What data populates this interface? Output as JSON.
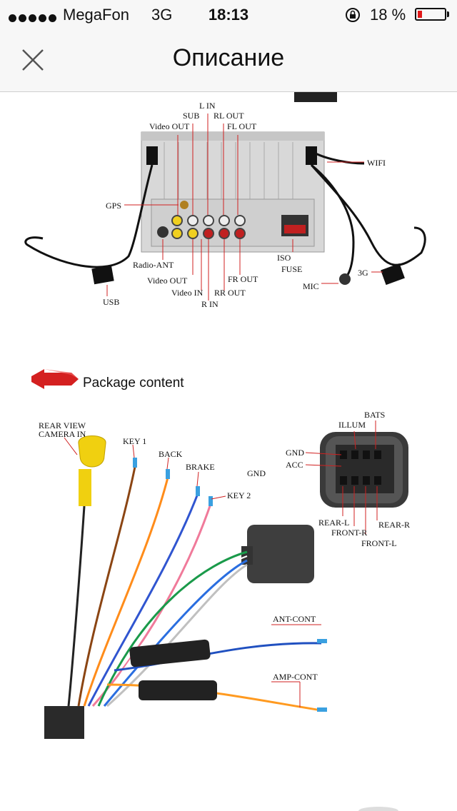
{
  "status_bar": {
    "carrier": "MegaFon",
    "network": "3G",
    "time": "18:13",
    "battery_percent": "18 %",
    "battery_level": 0.18,
    "battery_color": "#e01818"
  },
  "nav": {
    "title": "Описание",
    "close_icon": "close-icon"
  },
  "diagram1": {
    "labels": {
      "l_in": "L IN",
      "sub": "SUB",
      "rl_out": "RL OUT",
      "video_out_top": "Video OUT",
      "fl_out": "FL OUT",
      "wifi": "WIFI",
      "gps": "GPS",
      "radio_ant": "Radio-ANT",
      "video_out": "Video OUT",
      "video_in": "Video IN",
      "r_in": "R IN",
      "rr_out": "RR OUT",
      "fr_out": "FR OUT",
      "iso": "ISO",
      "fuse": "FUSE",
      "mic": "MIC",
      "g3": "3G",
      "usb": "USB"
    }
  },
  "package": {
    "heading": "Package content"
  },
  "diagram2": {
    "labels": {
      "rear_view_1": "REAR VIEW",
      "rear_view_2": "CAMERA IN",
      "key1": "KEY 1",
      "back": "BACK",
      "brake": "BRAKE",
      "gnd_mid": "GND",
      "key2": "KEY 2",
      "bats": "BATS",
      "illum": "ILLUM",
      "gnd": "GND",
      "acc": "ACC",
      "rear_l": "REAR-L",
      "front_r": "FRONT-R",
      "rear_r": "REAR-R",
      "front_l": "FRONT-L",
      "ant_cont": "ANT-CONT",
      "amp_cont": "AMP-CONT"
    }
  }
}
